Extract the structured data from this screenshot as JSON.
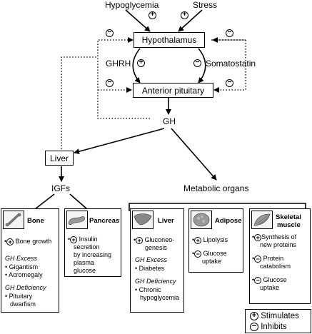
{
  "diagram": {
    "nodes": {
      "hypoglycemia": "Hypoglycemia",
      "stress": "Stress",
      "hypothalamus": "Hypothalamus",
      "ghrh": "GHRH",
      "somatostatin": "Somatostatin",
      "anterior_pituitary": "Anterior pituitary",
      "gh": "GH",
      "liver": "Liver",
      "igfs": "IGFs",
      "metabolic_organs": "Metabolic organs"
    },
    "signs": {
      "plus": "+",
      "minus": "−"
    },
    "organs": {
      "bone": {
        "title": "Bone",
        "line1": "•",
        "line1b": "Bone growth",
        "excess_heading": "GH Excess",
        "excess1": "• Gigantism",
        "excess2": "• Acromegaly",
        "deficiency_heading": "GH Deficiency",
        "deficiency1": "• Pituitary",
        "deficiency2": "dwarfism"
      },
      "pancreas": {
        "title": "Pancreas",
        "l1": "•",
        "l1b": "Insulin",
        "l2": "secretion",
        "l3": "by increasing",
        "l4": "plasma",
        "l5": "glucose"
      },
      "liver": {
        "title": "Liver",
        "l1": "•",
        "l1b": "Gluconeo-",
        "l2": "genesis",
        "excess_heading": "GH Excess",
        "excess1": "• Diabetes",
        "deficiency_heading": "GH Deficiency",
        "deficiency1": "• Chronic",
        "deficiency2": "hypoglycemia"
      },
      "adipose": {
        "title": "Adipose",
        "l1": "•",
        "l1b": "Lipolysis",
        "l2": "•",
        "l2b": "Glucose",
        "l3": "uptake"
      },
      "skeletal_muscle": {
        "title1": "Skeletal",
        "title2": "muscle",
        "l1": "•",
        "l1b": "Synthesis of",
        "l2": "new proteins",
        "l3": "•",
        "l3b": "Protein",
        "l4": "catabolism",
        "l5": "•",
        "l5b": "Glucose",
        "l6": "uptake"
      }
    },
    "legend": {
      "stimulates": "Stimulates",
      "inhibits": "Inhibits"
    }
  }
}
